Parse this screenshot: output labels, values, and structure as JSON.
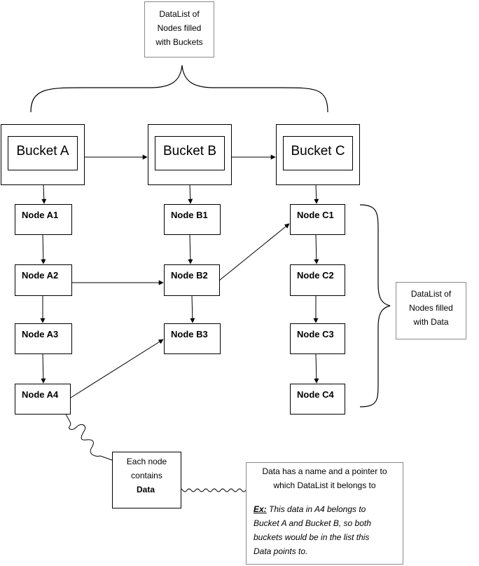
{
  "buckets_label": [
    "DataList of",
    "Nodes filled",
    "with Buckets"
  ],
  "data_label": [
    "DataList of",
    "Nodes filled",
    "with Data"
  ],
  "buckets": [
    "Bucket A",
    "Bucket B",
    "Bucket C"
  ],
  "nodes": {
    "a": [
      "Node A1",
      "Node A2",
      "Node A3",
      "Node A4"
    ],
    "b": [
      "Node B1",
      "Node B2",
      "Node B3"
    ],
    "c": [
      "Node C1",
      "Node C2",
      "Node C3",
      "Node C4"
    ]
  },
  "each_node": {
    "lines": [
      "Each node",
      "contains"
    ],
    "data": "Data"
  },
  "data_note": {
    "head": [
      "Data has a name and a pointer to",
      "which DataList it belongs to"
    ],
    "ex_prefix": "Ex:",
    "ex_lines": [
      " This data in A4 belongs to",
      "Bucket A and Bucket B, so both",
      "buckets would be in the list this",
      "Data points to."
    ]
  }
}
